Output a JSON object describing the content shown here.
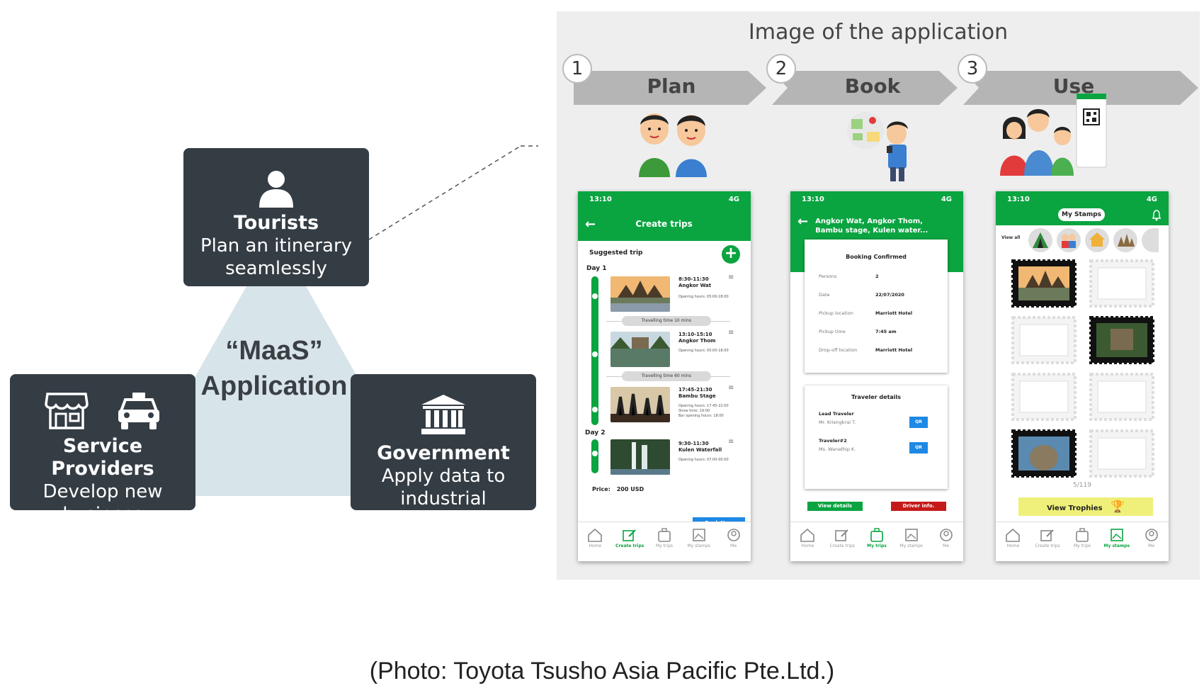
{
  "diagram": {
    "center_label_1": "“MaaS”",
    "center_label_2": "Application",
    "tourists": {
      "title": "Tourists",
      "line1": "Plan an itinerary",
      "line2": "seamlessly"
    },
    "service_providers": {
      "title": "Service Providers",
      "line1": "Develop new",
      "line2": "business"
    },
    "government": {
      "title": "Government",
      "line1": "Apply data to",
      "line2": "industrial"
    },
    "icons": [
      "person-icon",
      "store-icon",
      "taxi-icon",
      "government-building-icon"
    ]
  },
  "panel": {
    "title": "Image of the application",
    "steps": [
      {
        "num": "1",
        "label": "Plan"
      },
      {
        "num": "2",
        "label": "Book"
      },
      {
        "num": "3",
        "label": "Use"
      }
    ]
  },
  "phone_status": {
    "time": "13:10",
    "signal": "4G"
  },
  "nav": [
    "Home",
    "Create trips",
    "My trips",
    "My stamps",
    "Me"
  ],
  "phone1": {
    "header": "Create trips",
    "suggested": "Suggested trip",
    "day1": "Day 1",
    "day2": "Day 2",
    "trips": [
      {
        "time": "8:30-11:30",
        "name": "Angkor Wat",
        "hours": [
          "Opening hours: 05:00-18:00"
        ]
      },
      {
        "time": "13:10-15:10",
        "name": "Angkor Thom",
        "hours": [
          "Opening hours: 05:00-18:00"
        ]
      },
      {
        "time": "17:45-21:30",
        "name": "Bambu Stage",
        "hours": [
          "Opening hours: 17:45-22:00",
          "Show time: 19:00",
          "Bar opening hours: 18:00"
        ]
      },
      {
        "time": "9:30-11:30",
        "name": "Kulen Waterfall",
        "hours": [
          "Opening hours: 07:00-00:00"
        ]
      }
    ],
    "travel1": "Travelling time 10 mins",
    "travel2": "Travelling time 60 mins",
    "price_label": "Price:",
    "price_value": "200 USD",
    "book_now": "Book Now"
  },
  "phone2": {
    "header_line1": "Angkor Wat, Angkor Thom,",
    "header_line2": "Bambu stage, Kulen water...",
    "booking_title": "Booking Confirmed",
    "booking": [
      {
        "k": "Persons",
        "v": "2"
      },
      {
        "k": "Date",
        "v": "22/07/2020"
      },
      {
        "k": "Pickup location",
        "v": "Marriott Hotel"
      },
      {
        "k": "Pickup time",
        "v": "7:45 am"
      },
      {
        "k": "Drop-off location",
        "v": "Marriott Hotel"
      }
    ],
    "traveler_title": "Traveler details",
    "lead_label": "Lead Traveler",
    "lead_name": "Mr. Kriengkrai T.",
    "t2_label": "Traveler#2",
    "t2_name": "Ms. Wanathip K.",
    "qr": "QR",
    "view_details": "View details",
    "driver_info": "Driver info."
  },
  "phone3": {
    "title": "My Stamps",
    "view_all": "View all",
    "count": "5/119",
    "view_trophies": "View Trophies"
  },
  "caption": "(Photo: Toyota Tsusho Asia Pacific Pte.Ltd.)",
  "colors": {
    "dark_box": "#343c44",
    "app_green": "#0aa440",
    "triangle": "#d7e4ea",
    "blue_btn": "#1e88e5",
    "red_btn": "#c61a1a"
  }
}
